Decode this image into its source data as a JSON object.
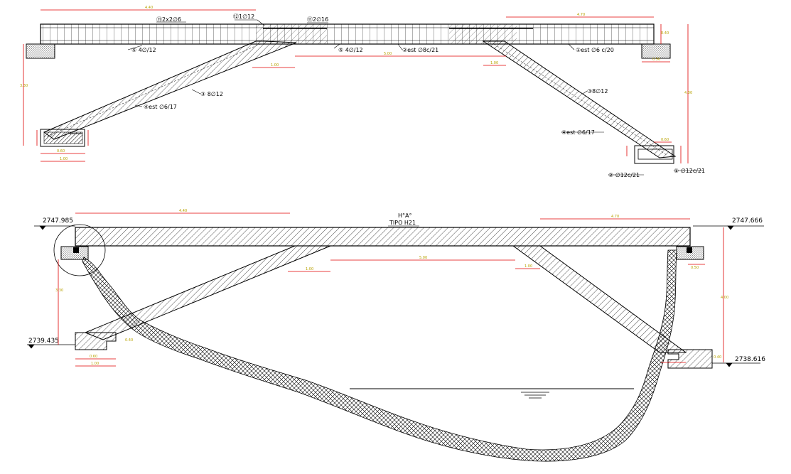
{
  "top_drawing": {
    "labels": {
      "rebar_top_2x6": "⑪2x2∅6",
      "rebar_1x12": "⑫1∅12",
      "rebar_2x16": "⑪2∅16",
      "rebar_bottom_4x12_left": "⑤ 4∅/12",
      "rebar_bottom_4x12_center": "⑤ 4∅/12",
      "stirrups_center": "②est ∅8c/21",
      "stirrups_right": "①est ∅6 c/20",
      "strut_bar_left": "③ 8∅12",
      "strut_stirrup_left": "④est ∅6/17",
      "strut_bar_right": "③8∅12",
      "strut_stirrup_right": "④est ∅6/17",
      "footing_bar_1": "① ∅12c/21",
      "footing_bar_2": "② ∅12c/21"
    }
  },
  "bottom_drawing": {
    "section_title": "H°A°",
    "section_type": "TIPO H21",
    "elevations": {
      "top_left": "2747.985",
      "top_right": "2747.666",
      "bottom_left": "2739.435",
      "bottom_right": "2738.616"
    }
  },
  "colors": {
    "line": "#000000",
    "dimension": "#e00000",
    "dimension_text": "#b8a200",
    "hatch": "#000000"
  }
}
